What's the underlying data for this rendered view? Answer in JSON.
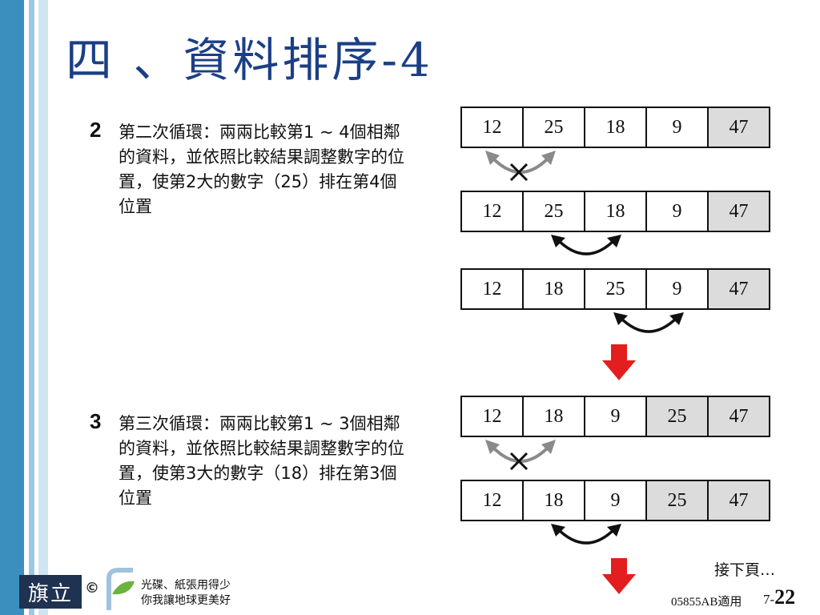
{
  "title": "四 、資料排序-4",
  "steps": [
    {
      "number": "2",
      "text": "第二次循環：兩兩比較第1 ~ 4個相鄰的資料，並依照比較結果調整數字的位置，使第2大的數字（25）排在第4個位置"
    },
    {
      "number": "3",
      "text": "第三次循環：兩兩比較第1 ~ 3個相鄰的資料，並依照比較結果調整數字的位置，使第3大的數字（18）排在第3個位置"
    }
  ],
  "arrays": [
    {
      "values": [
        "12",
        "25",
        "18",
        "9",
        "47"
      ],
      "sorted_from": 4
    },
    {
      "values": [
        "12",
        "25",
        "18",
        "9",
        "47"
      ],
      "sorted_from": 4
    },
    {
      "values": [
        "12",
        "18",
        "25",
        "9",
        "47"
      ],
      "sorted_from": 4
    },
    {
      "values": [
        "12",
        "18",
        "9",
        "25",
        "47"
      ],
      "sorted_from": 3
    },
    {
      "values": [
        "12",
        "18",
        "9",
        "25",
        "47"
      ],
      "sorted_from": 3
    }
  ],
  "colors": {
    "accent_blue": "#3a8fbf",
    "title": "#1b3f86",
    "down_arrow": "#e31e1e",
    "sorted_cell": "#dcdcdc",
    "no_swap_arrow": "#8a8a8a"
  },
  "icons": {
    "no_swap": "no-swap-arrow-icon",
    "swap": "swap-arrow-icon",
    "continue": "down-arrow-icon"
  },
  "next_page": "接下頁…",
  "footer": {
    "logo": "旗立",
    "copyright": "©",
    "slogan_line1": "光碟、紙張用得少",
    "slogan_line2": "你我讓地球更美好",
    "code": "05855AB適用",
    "page_prefix": "7-",
    "page_number": "22"
  }
}
